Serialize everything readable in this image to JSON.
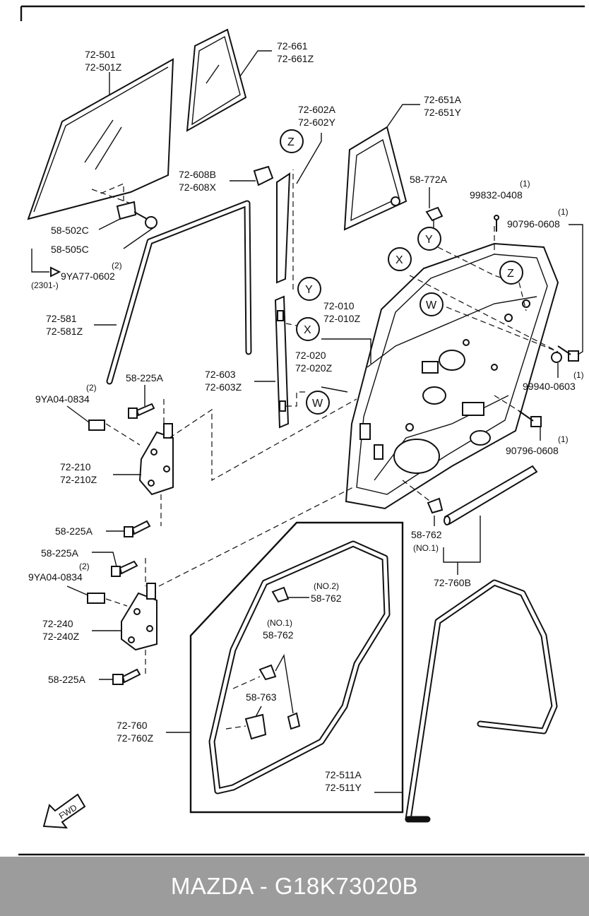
{
  "labels": {
    "l72501": "72-501",
    "l72501z": "72-501Z",
    "l72661": "72-661",
    "l72661z": "72-661Z",
    "l72602a": "72-602A",
    "l72602y": "72-602Y",
    "l72651a": "72-651A",
    "l72651y": "72-651Y",
    "l72608b": "72-608B",
    "l72608x": "72-608X",
    "l58772a": "58-772A",
    "l99832q": "(1)",
    "l99832": "99832-0408",
    "l90796q1": "(1)",
    "l907961": "90796-0608",
    "l58502c": "58-502C",
    "l58505c": "58-505C",
    "l9ya77q": "(2)",
    "l9ya77": "9YA77-0602",
    "l2301": "(2301-)",
    "l72581": "72-581",
    "l72581z": "72-581Z",
    "l72010": "72-010",
    "l72010z": "72-010Z",
    "l72020": "72-020",
    "l72020z": "72-020Z",
    "l72603": "72-603",
    "l72603z": "72-603Z",
    "l58225a1": "58-225A",
    "l9ya04q1": "(2)",
    "l9ya041": "9YA04-0834",
    "l72210": "72-210",
    "l72210z": "72-210Z",
    "l58225a2": "58-225A",
    "l58225a3": "58-225A",
    "l9ya04q2": "(2)",
    "l9ya042": "9YA04-0834",
    "l72240": "72-240",
    "l72240z": "72-240Z",
    "l58225a4": "58-225A",
    "lno2": "(NO.2)",
    "l58762a": "58-762",
    "lno1a": "(NO.1)",
    "l58762b": "58-762",
    "l58763": "58-763",
    "l72760": "72-760",
    "l72760z": "72-760Z",
    "l58762c": "58-762",
    "lno1b": "(NO.1)",
    "l72760b": "72-760B",
    "l72511a": "72-511A",
    "l72511y": "72-511Y",
    "l99940": "99940-0603",
    "l99940q": "(1)",
    "l90796q2": "(1)",
    "l907962": "90796-0608",
    "fwd": "FWD"
  },
  "callouts": {
    "z1": "Z",
    "y1": "Y",
    "x1": "X",
    "w1": "W",
    "y2": "Y",
    "x2": "X",
    "w2": "W",
    "z2": "Z"
  },
  "footer": {
    "title": "MAZDA - G18K73020B"
  }
}
